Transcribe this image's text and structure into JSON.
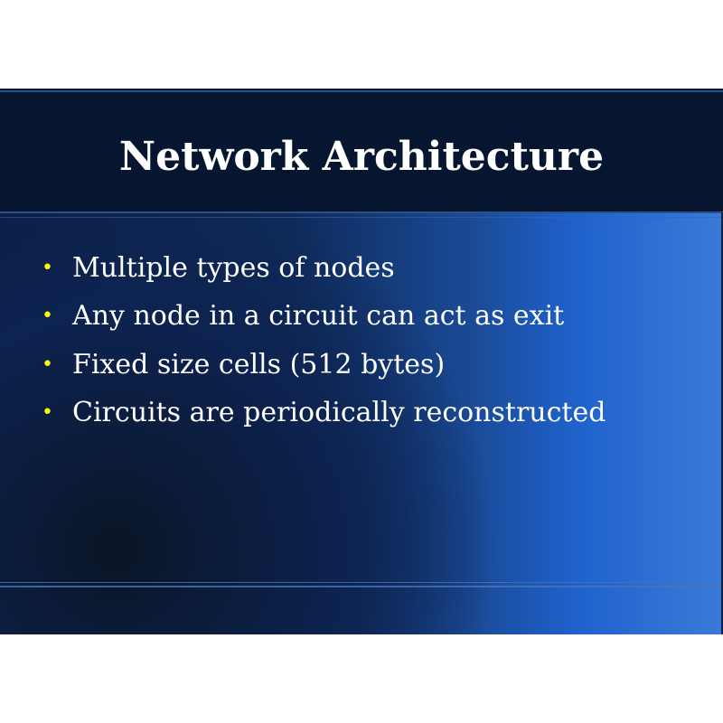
{
  "slide": {
    "title": "Network Architecture",
    "bullets": [
      "Multiple types of nodes",
      "Any node in a circuit can act as exit",
      "Fixed size cells (512 bytes)",
      "Circuits are periodically reconstructed"
    ],
    "bullet_glyph": "•",
    "colors": {
      "header": "#071630",
      "bullet": "#ffff00",
      "accent": "#1f62cc"
    }
  }
}
